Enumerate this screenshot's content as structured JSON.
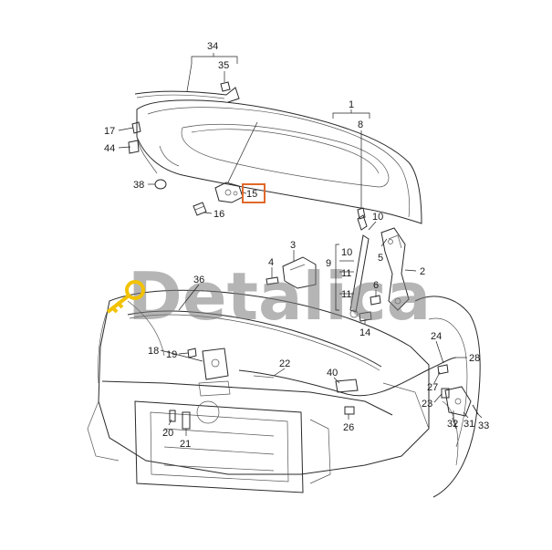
{
  "watermark": {
    "text": "Detalica",
    "color": "#7a7a7a",
    "accent": "#f2c200"
  },
  "highlight": {
    "label": "15",
    "color": "#e0692a"
  },
  "callouts": {
    "c1": "1",
    "c2": "2",
    "c3": "3",
    "c4": "4",
    "c5": "5",
    "c6": "6",
    "c8": "8",
    "c9": "9",
    "c10a": "10",
    "c10b": "10",
    "c11a": "11",
    "c11b": "11",
    "c14": "14",
    "c16": "16",
    "c17": "17",
    "c18": "18",
    "c19": "19",
    "c20": "20",
    "c21": "21",
    "c22": "22",
    "c23": "23",
    "c24": "24",
    "c26": "26",
    "c27": "27",
    "c28": "28",
    "c31": "31",
    "c32": "32",
    "c33": "33",
    "c34": "34",
    "c35": "35",
    "c36": "36",
    "c38": "38",
    "c40": "40",
    "c44": "44"
  }
}
